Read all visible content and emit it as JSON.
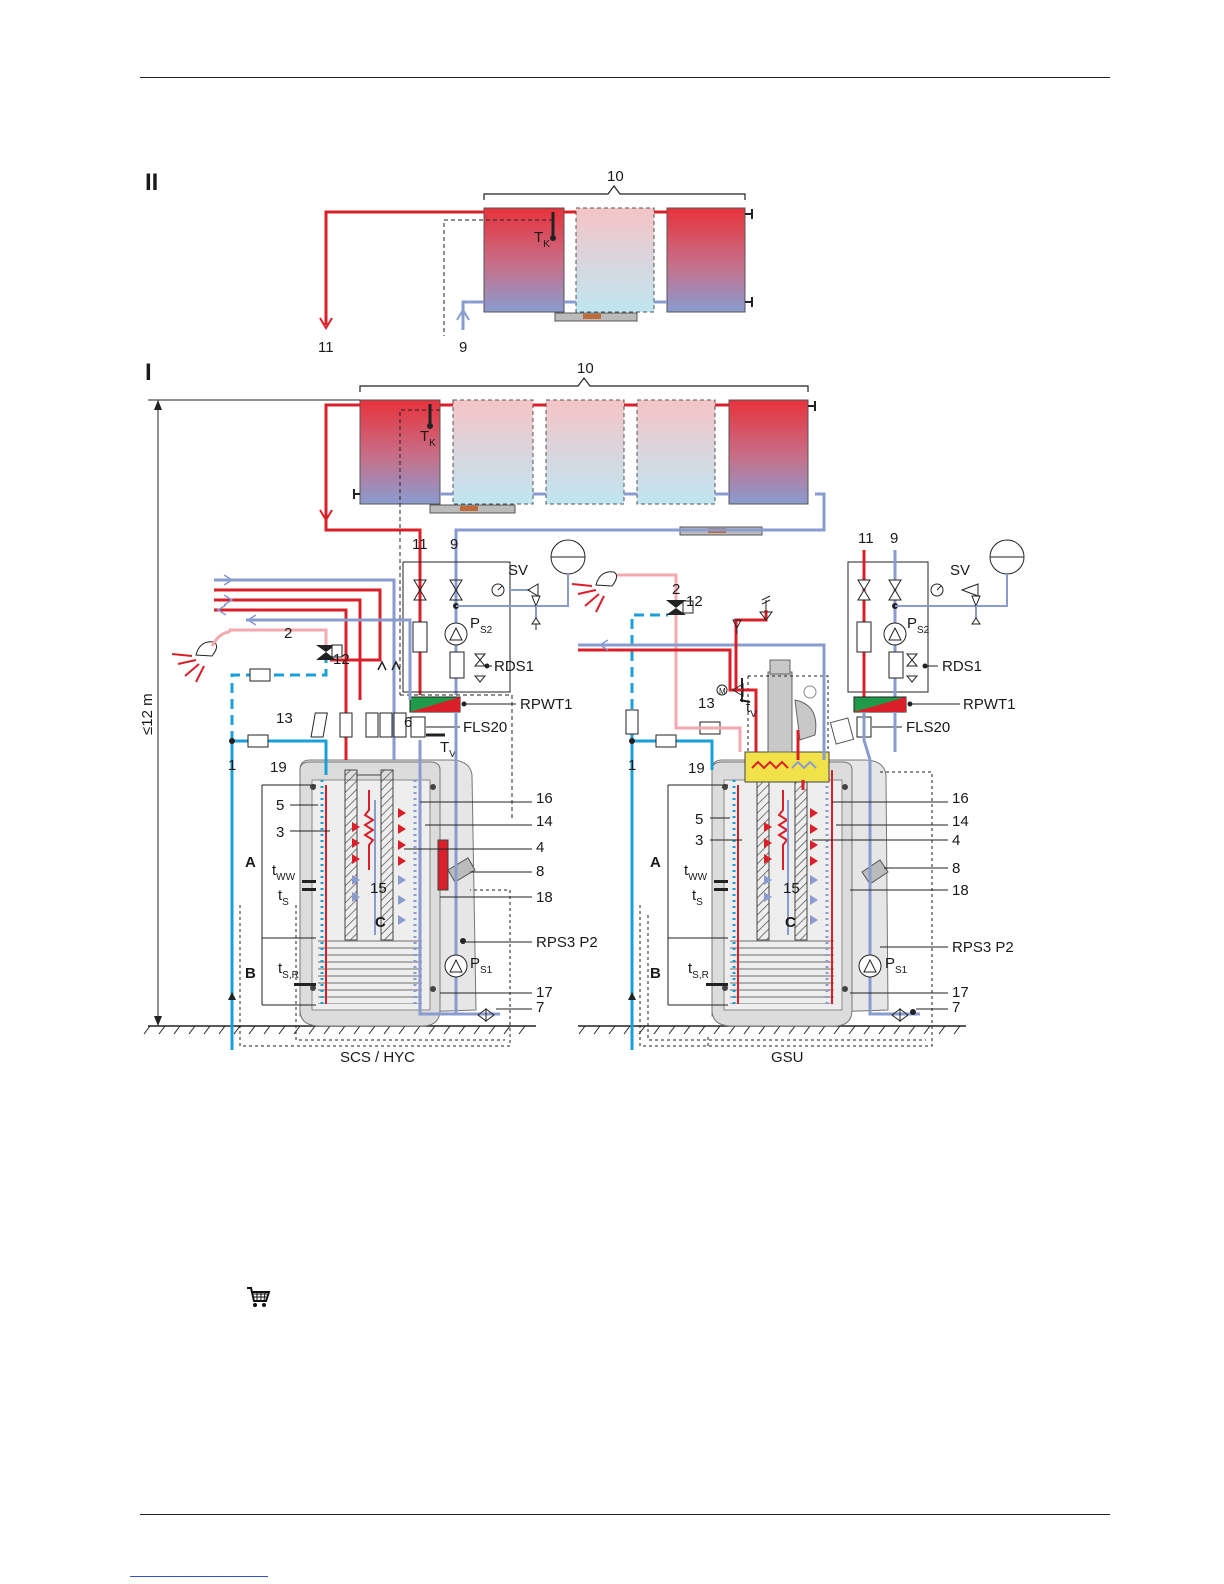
{
  "sections": {
    "upper": "II",
    "lower": "I"
  },
  "collector_group_label": "10",
  "height_limit": "≤12 m",
  "sensor_collector": {
    "main": "T",
    "sub": "K"
  },
  "pipe_labels": {
    "flow": "11",
    "return": "9"
  },
  "station": {
    "safety_valve": "SV",
    "pump_main": "P",
    "pump_sub": "S2",
    "rds": "RDS1",
    "rpwt": "RPWT1",
    "fls": "FLS20",
    "tv_main": "T",
    "tv_sub": "V"
  },
  "left_unit": {
    "caption": "SCS / HYC",
    "numbers": [
      "1",
      "2",
      "12",
      "13",
      "19",
      "5",
      "3",
      "6",
      "16",
      "14",
      "4",
      "8",
      "15",
      "18",
      "17",
      "7"
    ],
    "zones": {
      "a": "A",
      "b": "B",
      "c": "C"
    },
    "sensors": {
      "tww_main": "t",
      "tww_sub": "WW",
      "ts_main": "t",
      "ts_sub": "S",
      "tsr_main": "t",
      "tsr_sub": "S,R"
    },
    "pump_ps1_main": "P",
    "pump_ps1_sub": "S1",
    "rps": "RPS3 P2"
  },
  "right_unit": {
    "caption": "GSU",
    "numbers": [
      "1",
      "2",
      "12",
      "13",
      "19",
      "5",
      "3",
      "16",
      "14",
      "4",
      "8",
      "15",
      "18",
      "17",
      "7"
    ],
    "zones": {
      "a": "A",
      "b": "B",
      "c": "C"
    },
    "sensors": {
      "tww_main": "t",
      "tww_sub": "WW",
      "ts_main": "t",
      "ts_sub": "S",
      "tsr_main": "t",
      "tsr_sub": "S,R",
      "tv_main": "t",
      "tv_sub": "V"
    },
    "pump_ps1_main": "P",
    "pump_ps1_sub": "S1",
    "rps": "RPS3 P2",
    "motor_label": "M"
  },
  "colors": {
    "hot": "#d9202a",
    "cold": "#8a9bd0",
    "water": "#1aa0d8",
    "housing": "#dcdcdc",
    "green": "#1f9a4a"
  },
  "icons": [
    "shopping-cart-icon"
  ]
}
